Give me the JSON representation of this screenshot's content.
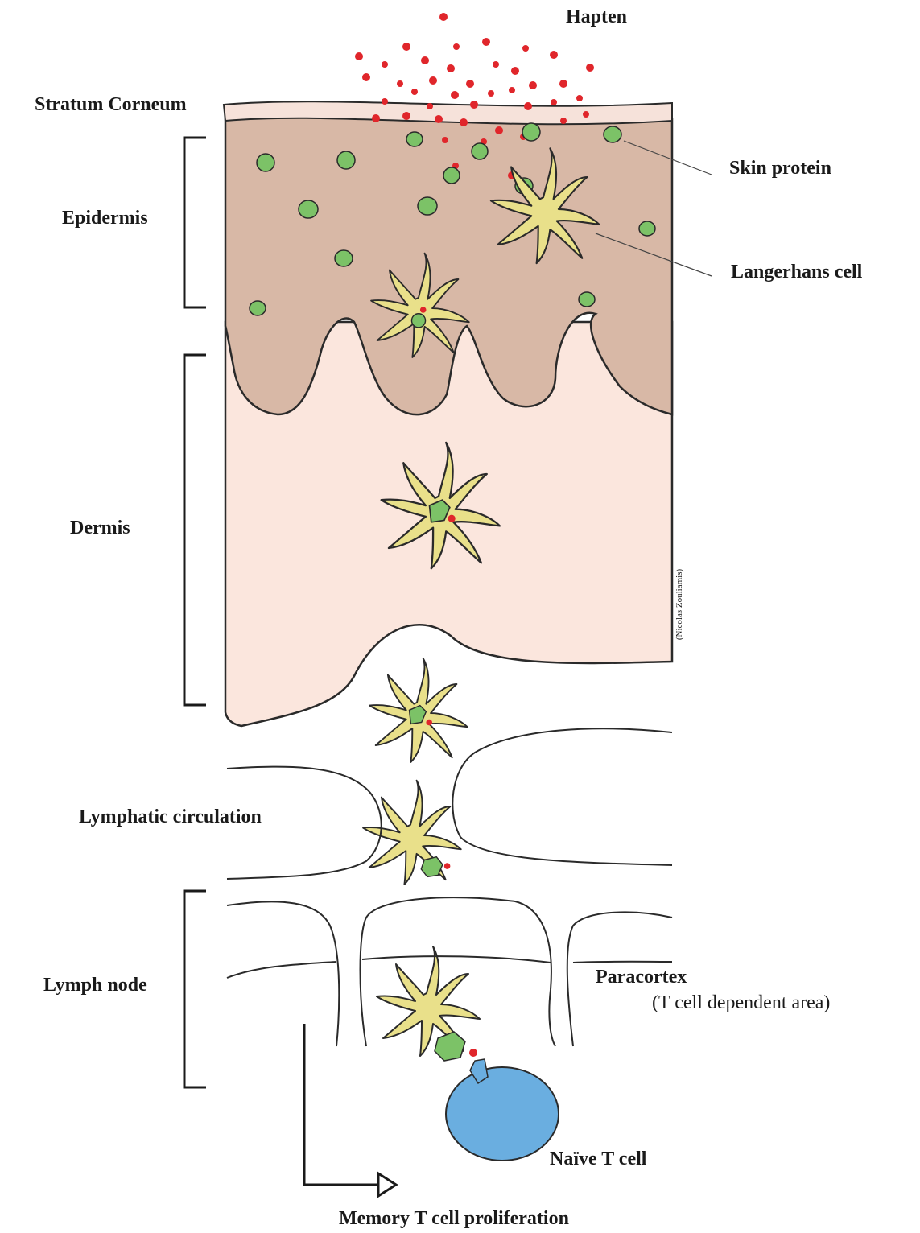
{
  "labels": {
    "hapten": "Hapten",
    "stratum_corneum": "Stratum Corneum",
    "epidermis": "Epidermis",
    "dermis": "Dermis",
    "lymphatic_circulation": "Lymphatic circulation",
    "lymph_node": "Lymph node",
    "skin_protein": "Skin protein",
    "langerhans_cell": "Langerhans cell",
    "paracortex": "Paracortex",
    "paracortex_note": "(T cell dependent area)",
    "naive_t_cell": "Naïve T cell",
    "memory_proliferation": "Memory T cell proliferation",
    "credit": "(Nicolas Zouliamis)"
  },
  "colors": {
    "epidermis": "#d8b8a6",
    "dermis": "#fbe6dd",
    "stratum_corneum": "#f6e2da",
    "hapten": "#e0262b",
    "skin_protein": "#7cc267",
    "langerhans_cell": "#e9e08a",
    "naive_t_cell": "#6aaee0",
    "outline": "#2a2a2a"
  }
}
